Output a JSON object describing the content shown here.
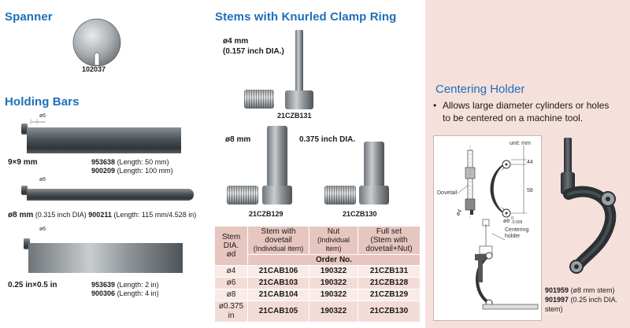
{
  "spanner": {
    "heading": "Spanner",
    "code": "102037"
  },
  "holding_bars": {
    "heading": "Holding Bars",
    "bars": [
      {
        "dim_label": "ø6",
        "size": "9×9 mm",
        "lines": [
          {
            "code": "953638",
            "detail": "(Length: 50 mm)"
          },
          {
            "code": "900209",
            "detail": "(Length: 100 mm)"
          }
        ]
      },
      {
        "dim_label": "ø6",
        "size": "ø8 mm",
        "size_detail": "(0.315 inch DIA)",
        "lines": [
          {
            "code": "900211",
            "detail": "(Length: 115 mm/4.528 in)"
          }
        ]
      },
      {
        "dim_label": "ø6",
        "size": "0.25 in×0.5 in",
        "lines": [
          {
            "code": "953639",
            "detail": "(Length: 2 in)"
          },
          {
            "code": "900306",
            "detail": "(Length: 4 in)"
          }
        ]
      }
    ]
  },
  "stems": {
    "heading": "Stems with Knurled Clamp Ring",
    "item_4mm": {
      "label_line1": "ø4 mm",
      "label_line2": "(0.157 inch DIA.)",
      "code": "21CZB131"
    },
    "item_8mm": {
      "label": "ø8 mm",
      "code": "21CZB129"
    },
    "item_0375": {
      "label": "0.375 inch DIA.",
      "code": "21CZB130"
    },
    "table": {
      "headers": {
        "stem_dia": [
          "Stem",
          "DIA.",
          "ød"
        ],
        "stem_dovetail": [
          "Stem with",
          "dovetail"
        ],
        "stem_dovetail_note": "(Individual item)",
        "nut": "Nut",
        "nut_note": "(Individual item)",
        "full_set": [
          "Full set",
          "(Stem with",
          "dovetail+Nut)"
        ],
        "order_no": "Order No."
      },
      "rows": [
        {
          "stem": "ø4",
          "dovetail": "21CAB106",
          "nut": "190322",
          "set": "21CZB131"
        },
        {
          "stem": "ø6",
          "dovetail": "21CAB103",
          "nut": "190322",
          "set": "21CZB128"
        },
        {
          "stem": "ø8",
          "dovetail": "21CAB104",
          "nut": "190322",
          "set": "21CZB129"
        },
        {
          "stem": "ø0.375 in",
          "dovetail": "21CAB105",
          "nut": "190322",
          "set": "21CZB130"
        }
      ]
    }
  },
  "centering_holder": {
    "heading": "Centering Holder",
    "bullet": "•",
    "bullet_line1": "Allows large diameter cylinders or holes",
    "bullet_line2": "to be centered on a machine tool.",
    "diagram": {
      "unit": "unit: mm",
      "dim_44": "44",
      "dim_58": "58",
      "dovetail": "Dovetail",
      "d4": "ø4",
      "d8": "ø8",
      "d8_tol_upper": "0",
      "d8_tol_lower": "-0.009",
      "centering_line1": "Centering",
      "centering_line2": "holder"
    },
    "codes": [
      {
        "code": "901959",
        "detail": "(ø8 mm stem)"
      },
      {
        "code": "901997",
        "detail": "(0.25 inch DIA.",
        "detail2": "stem)"
      }
    ]
  }
}
